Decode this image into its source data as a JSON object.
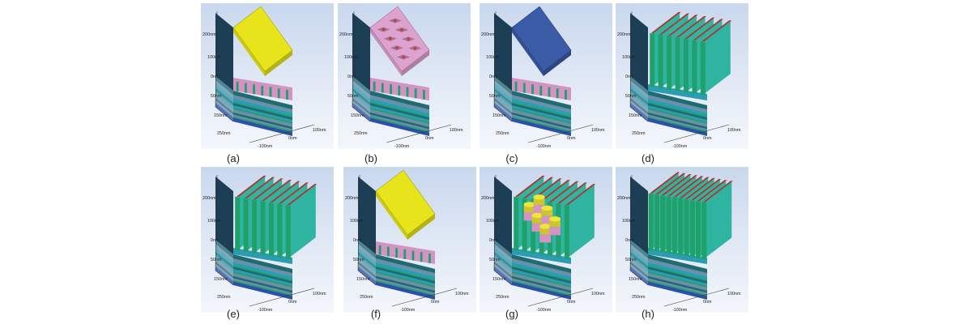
{
  "figure": {
    "panels": [
      {
        "id": "a",
        "label": "(a)",
        "state": "cap",
        "cap_color": "#e8e41c"
      },
      {
        "id": "b",
        "label": "(b)",
        "state": "patterned",
        "cap_color": "#dda2cf"
      },
      {
        "id": "c",
        "label": "(c)",
        "state": "cap",
        "cap_color": "#3b5ba6"
      },
      {
        "id": "d",
        "label": "(d)",
        "state": "fins",
        "cap_color": ""
      },
      {
        "id": "e",
        "label": "(e)",
        "state": "fins",
        "cap_color": ""
      },
      {
        "id": "f",
        "label": "(f)",
        "state": "cap",
        "cap_color": "#e8e41c"
      },
      {
        "id": "g",
        "label": "(g)",
        "state": "pillars",
        "cap_color": "#f0e63a"
      },
      {
        "id": "h",
        "label": "(h)",
        "state": "fins_dense",
        "cap_color": ""
      }
    ],
    "axis_labels": {
      "z": [
        "200nm",
        "100nm",
        "0nm",
        "50nm",
        "150nm",
        "250nm"
      ],
      "x": [
        "-100nm",
        "0nm",
        "100nm"
      ]
    },
    "layer_colors": {
      "base": "#2c50a8",
      "band_dark": "#1f6b73",
      "band_teal": "#2a9db5",
      "band_gray": "#6f8ea6",
      "green": "#20a06a",
      "pink": "#d592c4",
      "red": "#d8322f",
      "fin": "#2eb4a0"
    }
  }
}
